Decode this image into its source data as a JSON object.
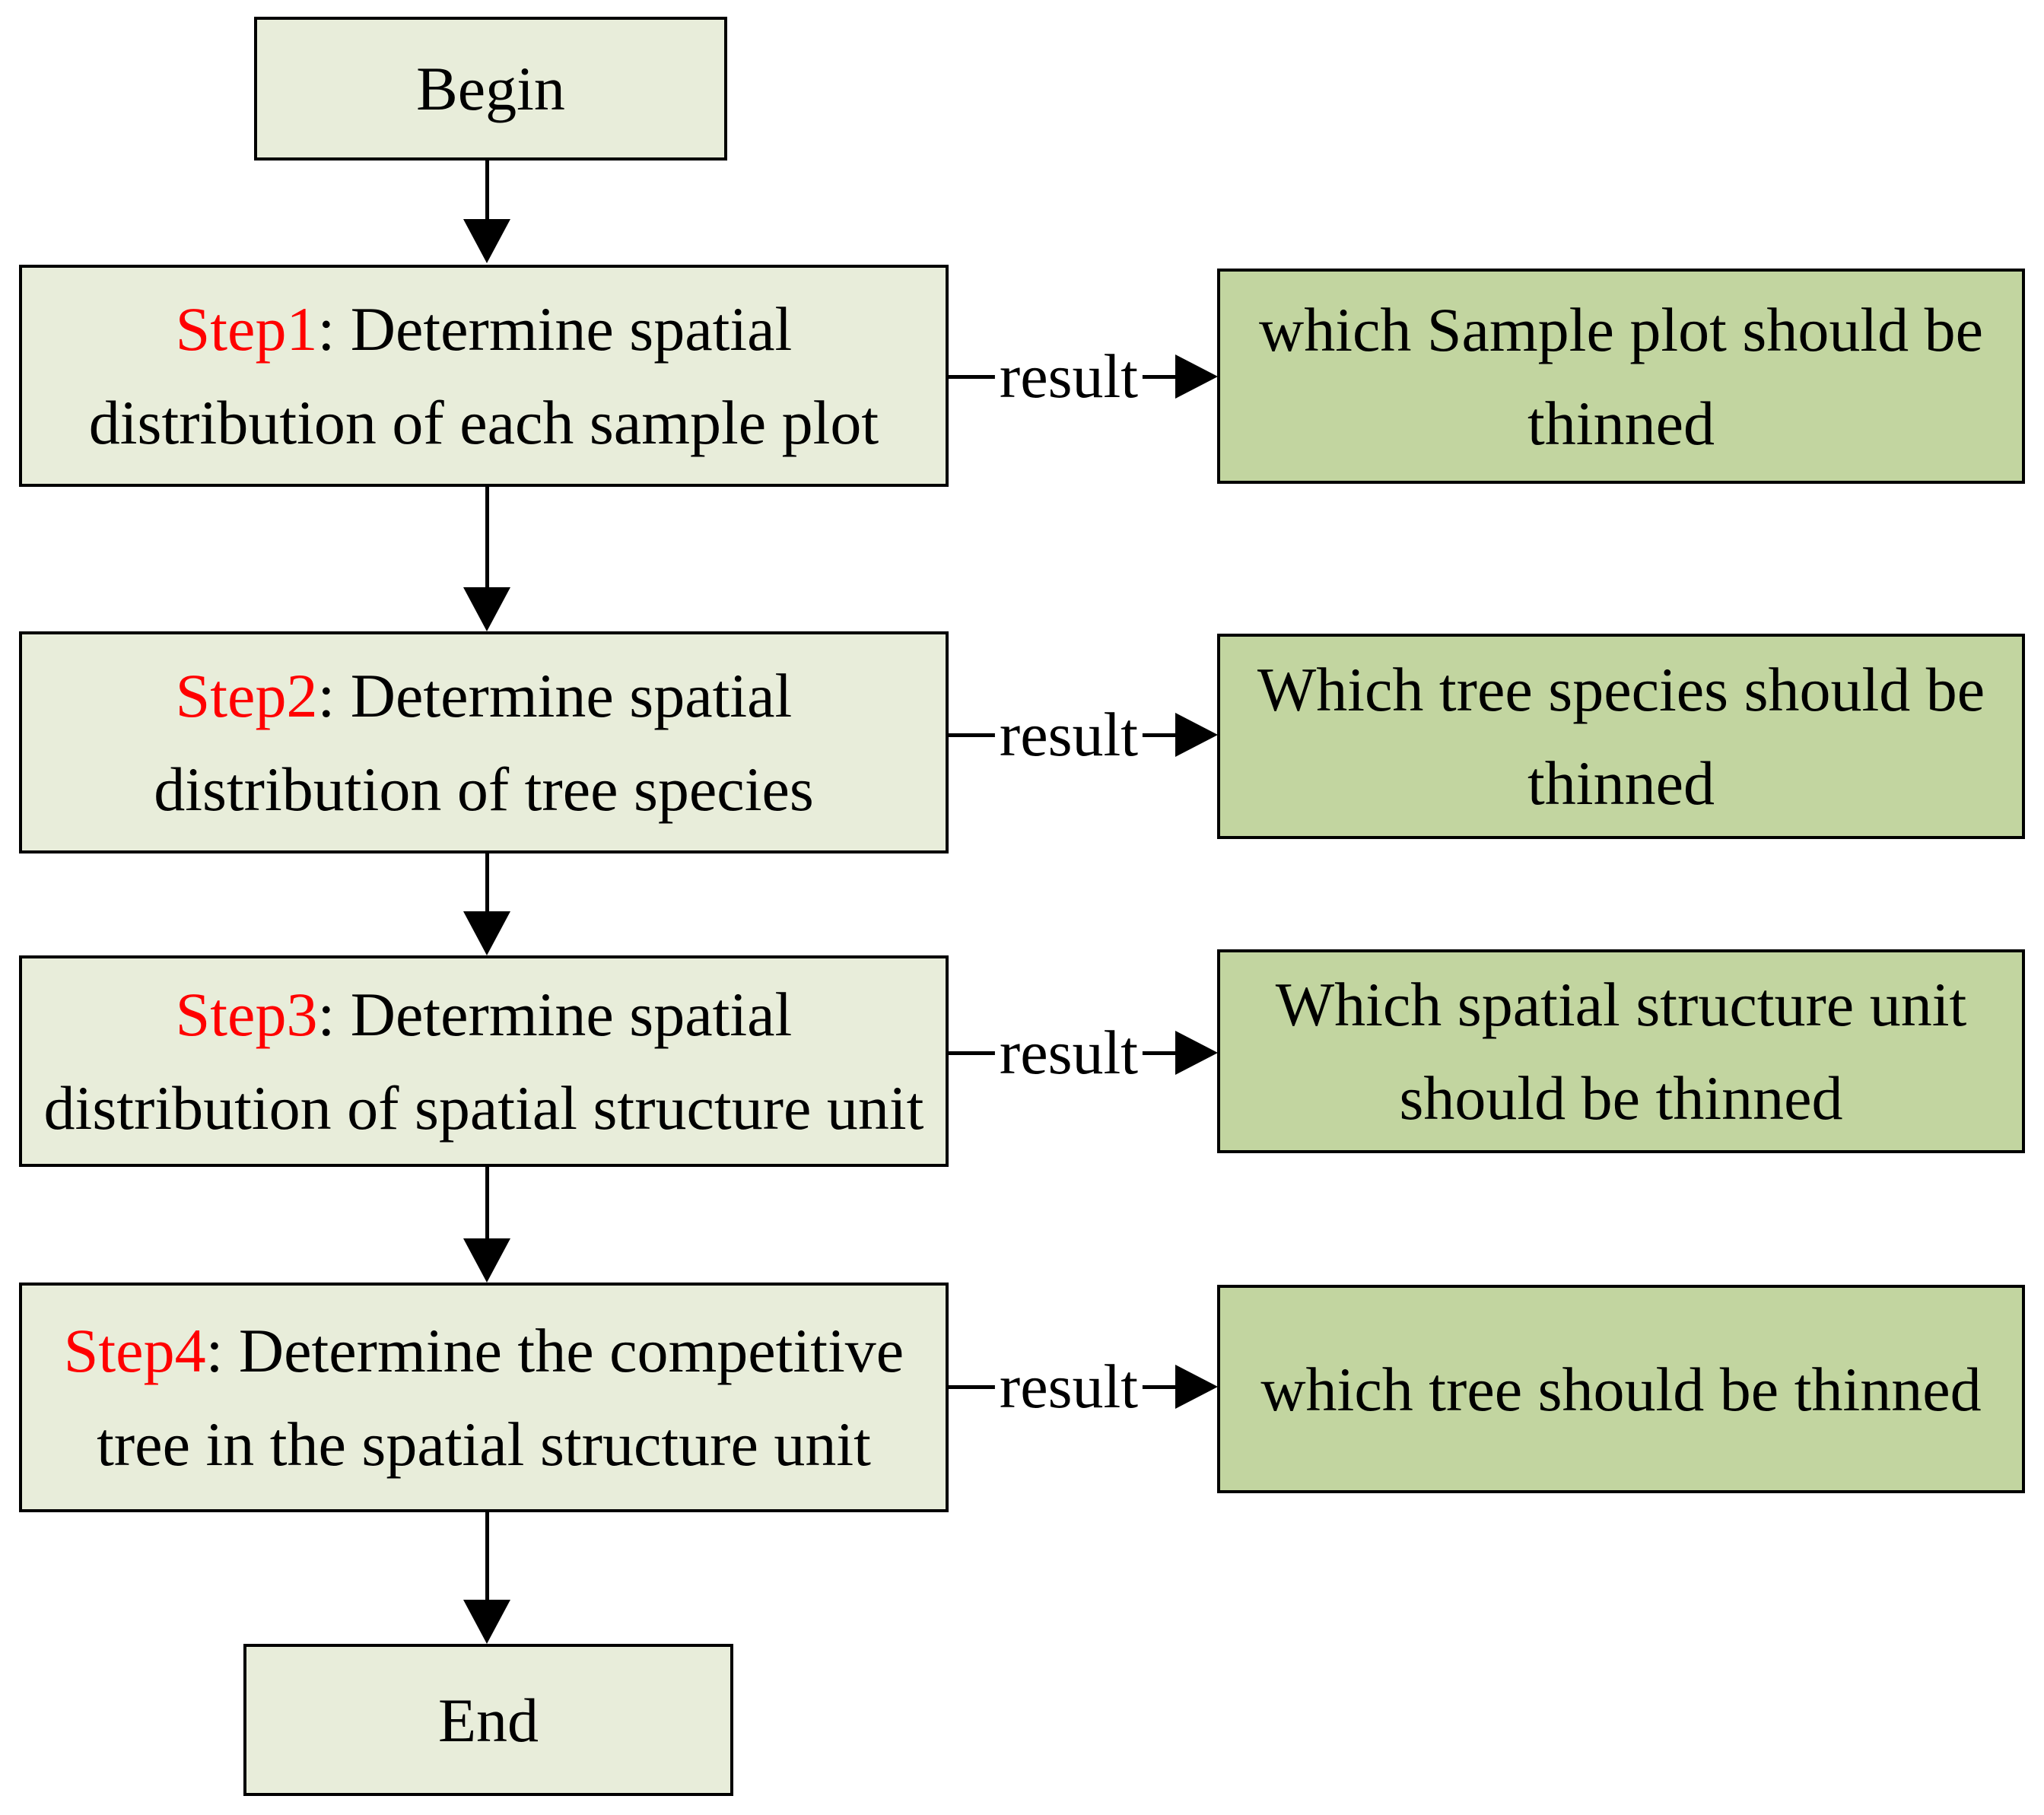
{
  "diagram": {
    "begin_label": "Begin",
    "end_label": "End",
    "result_label": "result",
    "steps": [
      {
        "prefix": "Step1",
        "body": ": Determine spatial distribution of  each sample plot",
        "result": "which Sample plot should be thinned"
      },
      {
        "prefix": "Step2",
        "body": ": Determine spatial distribution of tree species",
        "result": "Which tree species should be thinned"
      },
      {
        "prefix": "Step3",
        "body": ": Determine spatial distribution of spatial structure unit",
        "result": "Which spatial structure unit should be thinned"
      },
      {
        "prefix": "Step4",
        "body": ": Determine the competitive tree in the spatial structure unit",
        "result": "which tree should be thinned"
      }
    ],
    "colors": {
      "step_fill": "#e8edda",
      "result_fill": "#c2d5a0",
      "border": "#000000",
      "step_accent": "#ff0000",
      "text": "#000000",
      "background": "#ffffff"
    }
  }
}
